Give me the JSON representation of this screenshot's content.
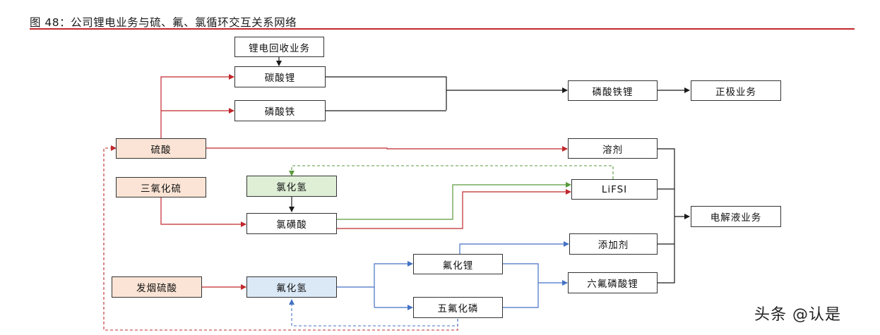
{
  "figure": {
    "title": "图 48：公司锂电业务与硫、氟、氯循环交互关系网络"
  },
  "nodes": {
    "recycle": "锂电回收业务",
    "li_carbonate": "碳酸锂",
    "iron_phosphate": "磷酸铁",
    "lfp": "磷酸铁锂",
    "cathode": "正极业务",
    "sulfuric_acid": "硫酸",
    "so3": "三氧化硫",
    "hcl": "氯化氢",
    "chlorosulfonic": "氯磺酸",
    "oleum": "发烟硫酸",
    "hf": "氟化氢",
    "lif": "氟化锂",
    "pcl5": "五氟化磷",
    "solvent": "溶剂",
    "lifsi": "LiFSI",
    "additive": "添加剂",
    "lipf6": "六氟磷酸锂",
    "electrolyte": "电解液业务"
  },
  "watermark": "头条 @认是",
  "colors": {
    "black_flow": "#1a1a1a",
    "red_flow": "#c0282c",
    "green_flow": "#5a9a3c",
    "blue_flow": "#4472c4",
    "peach_fill": "#fbe4d5",
    "green_fill": "#dfefd6",
    "blue_fill": "#dbe9f7"
  }
}
